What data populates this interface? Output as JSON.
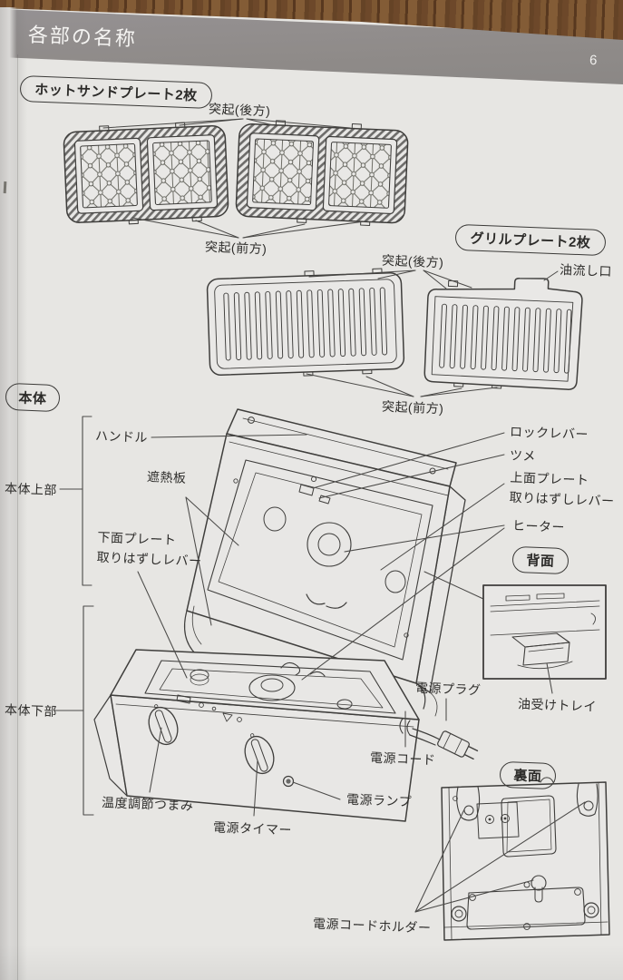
{
  "page": {
    "title": "各部の名称",
    "page_number": "6"
  },
  "hotsand_plates": {
    "badge": "ホットサンドプレート2枚",
    "protrusion_rear": "突起(後方)",
    "protrusion_front": "突起(前方)"
  },
  "grill_plates": {
    "badge": "グリルプレート2枚",
    "protrusion_rear": "突起(後方)",
    "protrusion_front": "突起(前方)",
    "oil_drain": "油流し口"
  },
  "main_body": {
    "badge": "本体",
    "handle": "ハンドル",
    "upper_section": "本体上部",
    "heat_shield": "遮熱板",
    "lower_plate_lever_line1": "下面プレート",
    "lower_plate_lever_line2": "取りはずしレバー",
    "lock_lever": "ロックレバー",
    "claw": "ツメ",
    "upper_plate_lever_line1": "上面プレート",
    "upper_plate_lever_line2": "取りはずしレバー",
    "heater": "ヒーター",
    "lower_section": "本体下部",
    "temp_knob": "温度調節つまみ",
    "power_timer": "電源タイマー",
    "power_lamp": "電源ランプ",
    "power_plug": "電源プラグ",
    "power_cord": "電源コード"
  },
  "back_view": {
    "badge": "背面",
    "oil_tray": "油受けトレイ"
  },
  "bottom_view": {
    "badge": "裏面",
    "cord_holder": "電源コードホルダー"
  },
  "colors": {
    "header_bar": "#8f8b89",
    "paper": "#e7e6e3",
    "line_art": "#3f3e3c",
    "wood": "#6d482a",
    "title_text": "#f5f4f2",
    "label_text": "#2e2d2b"
  }
}
